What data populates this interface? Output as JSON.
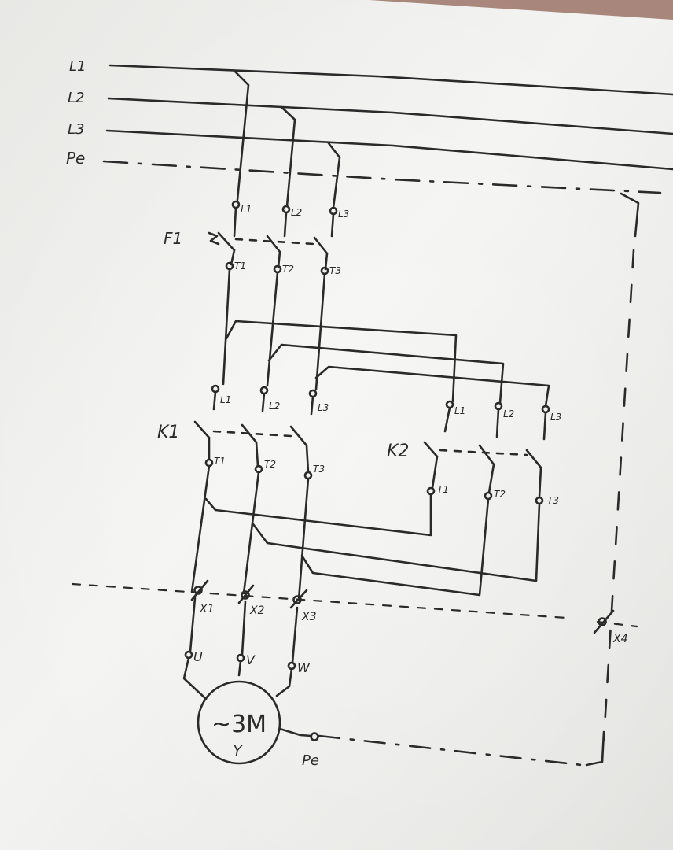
{
  "bus": {
    "l1": "L1",
    "l2": "L2",
    "l3": "L3",
    "pe": "Pe"
  },
  "f1": {
    "name": "F1",
    "in": [
      "L1",
      "L2",
      "L3"
    ],
    "out": [
      "T1",
      "T2",
      "T3"
    ]
  },
  "k1": {
    "name": "K1",
    "in": [
      "L1",
      "L2",
      "L3"
    ],
    "out": [
      "T1",
      "T2",
      "T3"
    ]
  },
  "k2": {
    "name": "K2",
    "in": [
      "L1",
      "L2",
      "L3"
    ],
    "out": [
      "T1",
      "T2",
      "T3"
    ]
  },
  "terminals": {
    "x1": "X1",
    "x2": "X2",
    "x3": "X3",
    "x4": "X4"
  },
  "motor": {
    "u": "U",
    "v": "V",
    "w": "W",
    "label": "~3M",
    "connection": "Y",
    "pe": "Pe"
  },
  "colors": {
    "ink": "#2a2a2a",
    "board": "#f1f1ef"
  }
}
